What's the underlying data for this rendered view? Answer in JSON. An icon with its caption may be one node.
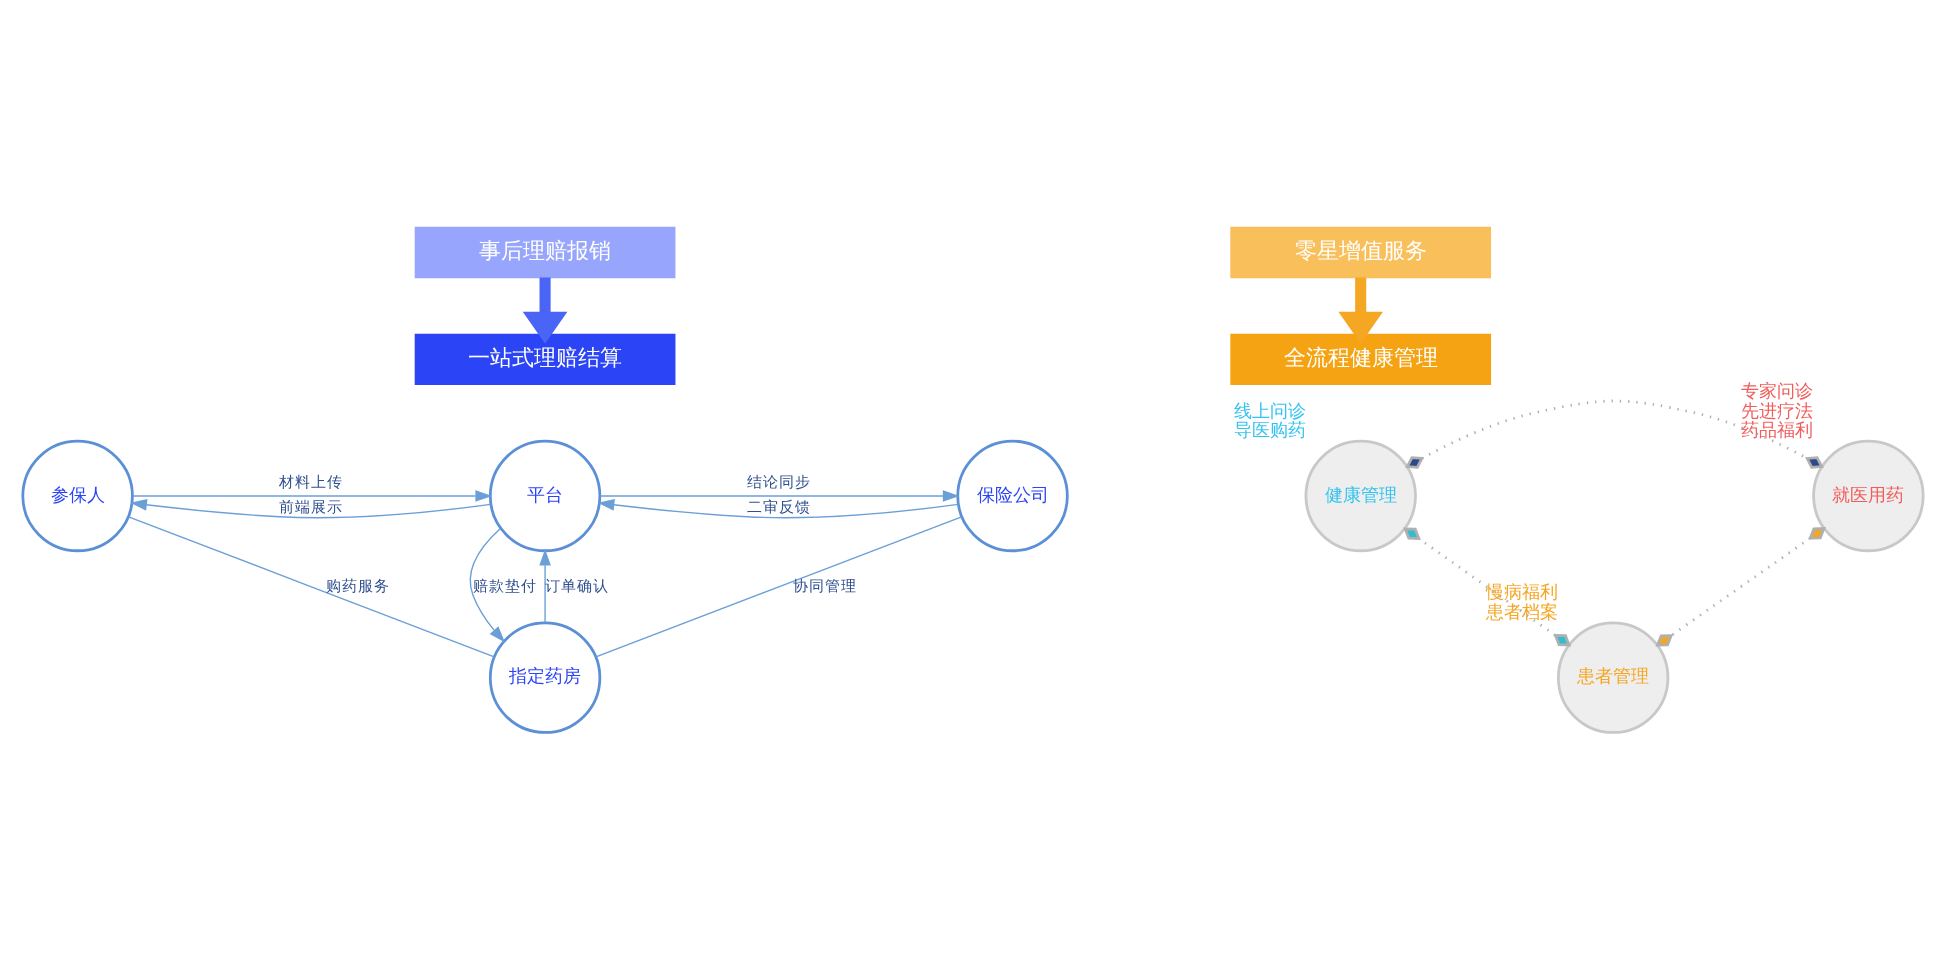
{
  "diagram": {
    "nodes": [
      {
        "text": [
          "事后理赔报销"
        ]
      },
      {
        "text": [
          "一站式理赔结算"
        ]
      },
      {
        "text": [
          "零星增值服务"
        ]
      },
      {
        "text": [
          "全流程健康管理"
        ]
      },
      {
        "text": [
          "参保人"
        ]
      },
      {
        "text": [
          "平台"
        ]
      },
      {
        "text": [
          "保险公司"
        ]
      },
      {
        "text": [
          "指定药房"
        ]
      },
      {
        "text": [
          "健康管理"
        ],
        "beside": [
          "线上问诊",
          "导医购药"
        ]
      },
      {
        "text": [
          "就医用药"
        ],
        "beside": [
          "专家问诊",
          "先进疗法",
          "药品福利"
        ]
      },
      {
        "text": [
          "患者管理"
        ],
        "beside": [
          "慢病福利",
          "患者档案"
        ]
      }
    ],
    "edges": [
      {
        "from": 0,
        "to": 1,
        "arrow": "to",
        "style": "thick",
        "color": "#4a64f5"
      },
      {
        "from": 2,
        "to": 3,
        "arrow": "to",
        "style": "thick",
        "color": "#f5a623"
      },
      {
        "from": 4,
        "to": 5,
        "arrow": "to",
        "label": "材料上传"
      },
      {
        "from": 5,
        "to": 4,
        "arrow": "to",
        "label": "前端展示"
      },
      {
        "from": 5,
        "to": 6,
        "arrow": "to",
        "label": "结论同步"
      },
      {
        "from": 6,
        "to": 5,
        "arrow": "to",
        "label": "二审反馈"
      },
      {
        "from": 5,
        "to": 7,
        "arrow": "to",
        "label": "赔款垫付"
      },
      {
        "from": 7,
        "to": 5,
        "arrow": "to",
        "label": "订单确认"
      },
      {
        "from": 4,
        "to": 7,
        "arrow": "none",
        "label": "购药服务"
      },
      {
        "from": 6,
        "to": 7,
        "arrow": "none",
        "label": "协同管理"
      },
      {
        "from": 8,
        "to": 9,
        "arrow": "other",
        "style": "dashed",
        "color": "#b0b0b0"
      },
      {
        "from": 9,
        "to": 10,
        "arrow": "other",
        "style": "dashed",
        "color": "#b0b0b0"
      },
      {
        "from": 10,
        "to": 8,
        "arrow": "other",
        "style": "dashed",
        "color": "#b0b0b0"
      }
    ]
  }
}
